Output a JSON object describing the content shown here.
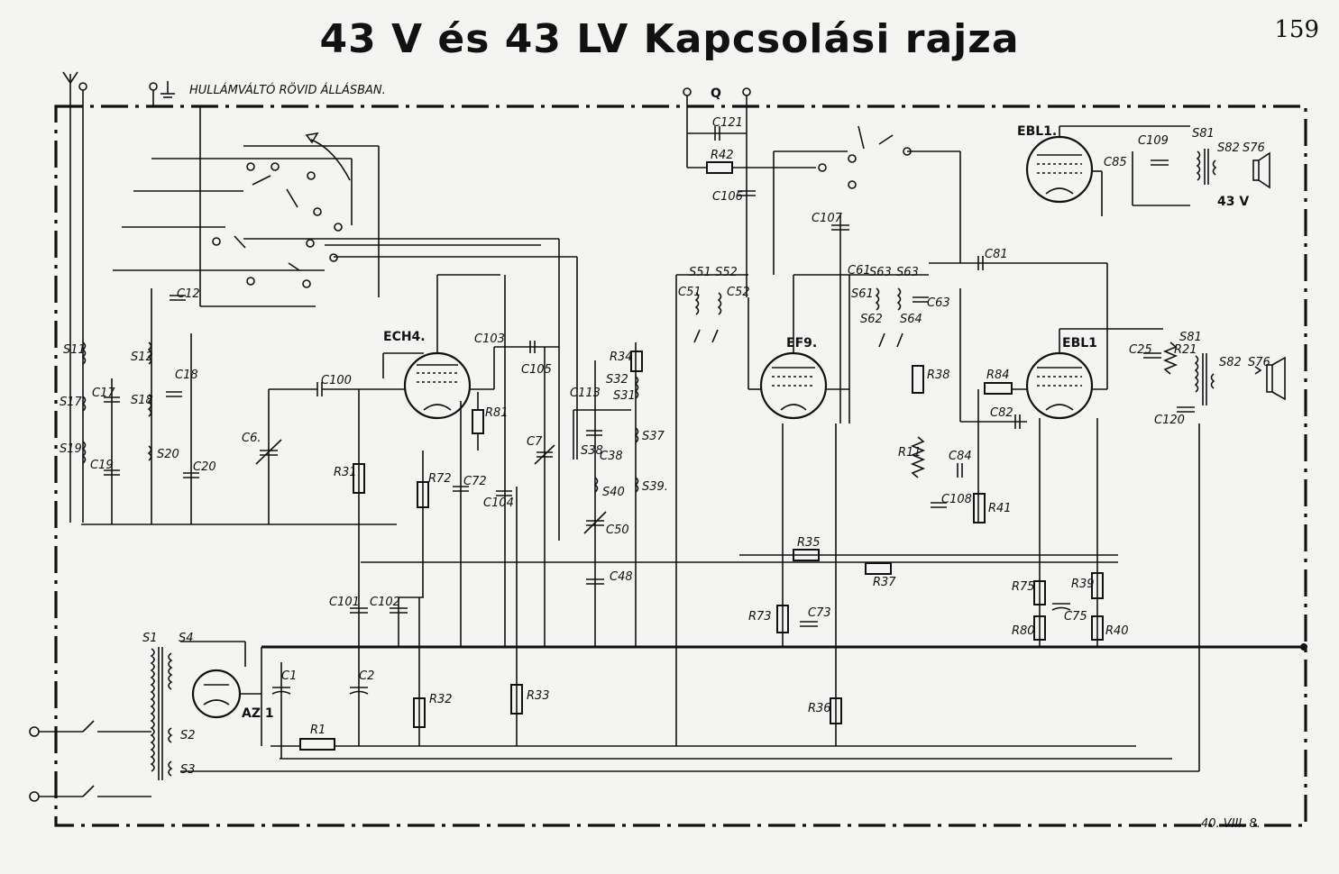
{
  "title": "43 V  és 43 LV Kapcsolási rajza",
  "page_number": "159",
  "switch_note": "HULLÁMVÁLTÓ RÖVID ÁLLÁSBAN.",
  "tubes": [
    "ECH4.",
    "EF9.",
    "EBL1",
    "EBL1.",
    "AZ 1"
  ],
  "version_43v": "43 V",
  "terminal_q": "Q",
  "date_mark": "40. VIII. 8.",
  "resistors": {
    "R1": "R1",
    "R31": "R31",
    "R32": "R32",
    "R33": "R33",
    "R34": "R34",
    "R35": "R35",
    "R36": "R36",
    "R37": "R37",
    "R38": "R38",
    "R39": "R39",
    "R40": "R40",
    "R41": "R41",
    "R42": "R42",
    "R72": "R72",
    "R73": "R73",
    "R75": "R75",
    "R80": "R80",
    "R81": "R81",
    "R84": "R84",
    "R11": "R11",
    "R21": "R21"
  },
  "capacitors": {
    "C1": "C1",
    "C2": "C2",
    "C6": "C6.",
    "C7": "C7",
    "C12": "C12",
    "C17": "C17",
    "C18": "C18",
    "C19": "C19",
    "C20": "C20",
    "C25": "C25",
    "C38": "C38",
    "C48": "C48",
    "C50": "C50",
    "C51": "C51",
    "C52": "C52",
    "C61": "C61",
    "C63": "C63",
    "C72": "C72",
    "C73": "C73",
    "C75": "C75",
    "C81": "C81",
    "C82": "C82",
    "C84": "C84",
    "C85": "C85",
    "C100": "C100",
    "C101": "C101",
    "C102": "C102",
    "C103": "C103",
    "C104": "C104",
    "C105": "C105",
    "C106": "C106",
    "C107": "C107",
    "C108": "C108",
    "C109": "C109",
    "C113": "C113",
    "C120": "C120",
    "C121": "C121"
  },
  "coils": {
    "S1": "S1",
    "S2": "S2",
    "S3": "S3",
    "S4": "S4",
    "S11": "S11",
    "S12": "S12",
    "S17": "S17",
    "S18": "S18",
    "S19": "S19",
    "S20": "S20",
    "S31": "S31",
    "S32": "S32",
    "S37": "S37",
    "S38": "S38",
    "S39": "S39.",
    "S40": "S40",
    "S51": "S51",
    "S52": "S52",
    "S61": "S61",
    "S62": "S62",
    "S63": "S63",
    "S63b": "S63",
    "S64": "S64",
    "S81": "S81",
    "S81b": "S81",
    "S82": "S82",
    "S82b": "S82",
    "S76": "S76",
    "S76b": "S76"
  }
}
